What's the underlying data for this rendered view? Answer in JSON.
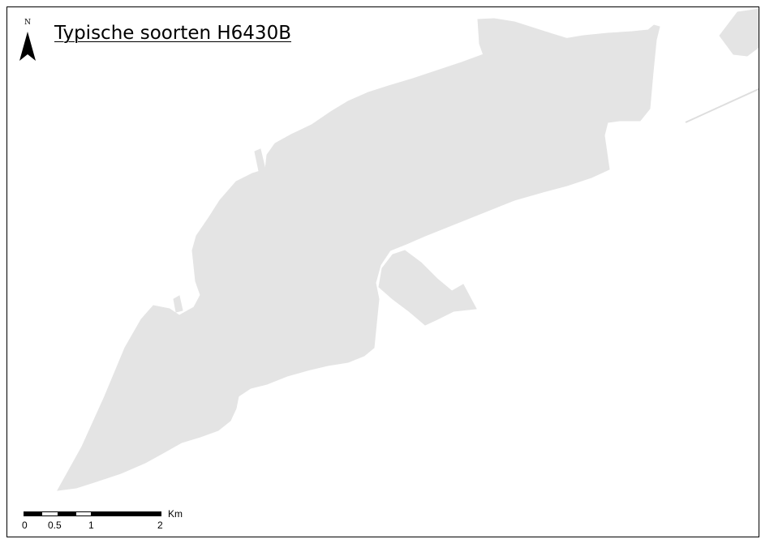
{
  "map": {
    "title": "Typische soorten H6430B",
    "north_label": "N",
    "land_color": "#e4e4e4",
    "line_color": "#dedede",
    "background_color": "#ffffff",
    "frame_color": "#000000"
  },
  "scale_bar": {
    "unit": "Km",
    "ticks": [
      "0",
      "0.5",
      "1",
      "2"
    ]
  },
  "icons": {
    "north_arrow": "north-arrow-icon"
  }
}
